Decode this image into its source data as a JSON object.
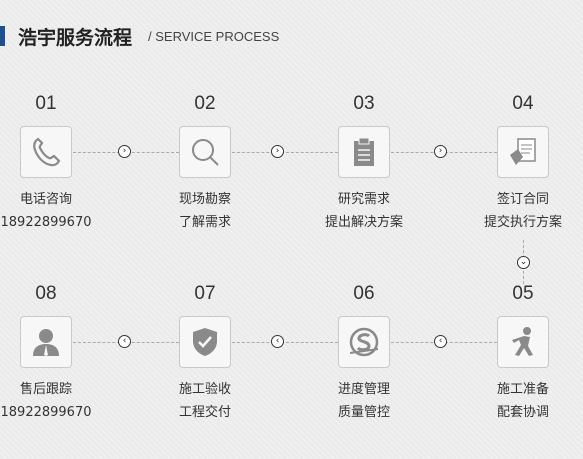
{
  "header": {
    "title": "浩宇服务流程",
    "subtitle": "/ SERVICE PROCESS"
  },
  "steps": [
    {
      "num": "01",
      "line1": "电话咨询",
      "line2": "18922899670",
      "icon": "phone-icon"
    },
    {
      "num": "02",
      "line1": "现场勘察",
      "line2": "了解需求",
      "icon": "search-icon"
    },
    {
      "num": "03",
      "line1": "研究需求",
      "line2": "提出解决方案",
      "icon": "clipboard-icon"
    },
    {
      "num": "04",
      "line1": "签订合同",
      "line2": "提交执行方案",
      "icon": "contract-icon"
    },
    {
      "num": "05",
      "line1": "施工准备",
      "line2": "配套协调",
      "icon": "worker-icon"
    },
    {
      "num": "06",
      "line1": "进度管理",
      "line2": "质量管控",
      "icon": "quality-icon"
    },
    {
      "num": "07",
      "line1": "施工验收",
      "line2": "工程交付",
      "icon": "shield-check-icon"
    },
    {
      "num": "08",
      "line1": "售后跟踪",
      "line2": "18922899670",
      "icon": "user-icon"
    }
  ],
  "colors": {
    "accent": "#1d4f91",
    "icon": "#8a8a8a",
    "background": "#ebebeb"
  }
}
